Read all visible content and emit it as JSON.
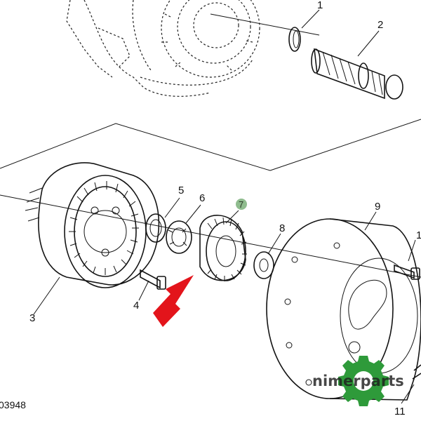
{
  "diagram": {
    "callouts": [
      {
        "id": "1",
        "label": "1"
      },
      {
        "id": "2",
        "label": "2"
      },
      {
        "id": "3",
        "label": "3"
      },
      {
        "id": "4",
        "label": "4"
      },
      {
        "id": "5",
        "label": "5"
      },
      {
        "id": "6",
        "label": "6"
      },
      {
        "id": "7",
        "label": "7",
        "highlighted": true
      },
      {
        "id": "8",
        "label": "8"
      },
      {
        "id": "9",
        "label": "9"
      },
      {
        "id": "10",
        "label": "1"
      },
      {
        "id": "11",
        "label": "11"
      }
    ],
    "reference_code": "03948",
    "arrow_color": "#e3141b",
    "highlight_color": "#7bb07a",
    "line_color": "#141414"
  },
  "watermark": {
    "text": "nimerparts",
    "gear_color": "#2e9a3a"
  }
}
